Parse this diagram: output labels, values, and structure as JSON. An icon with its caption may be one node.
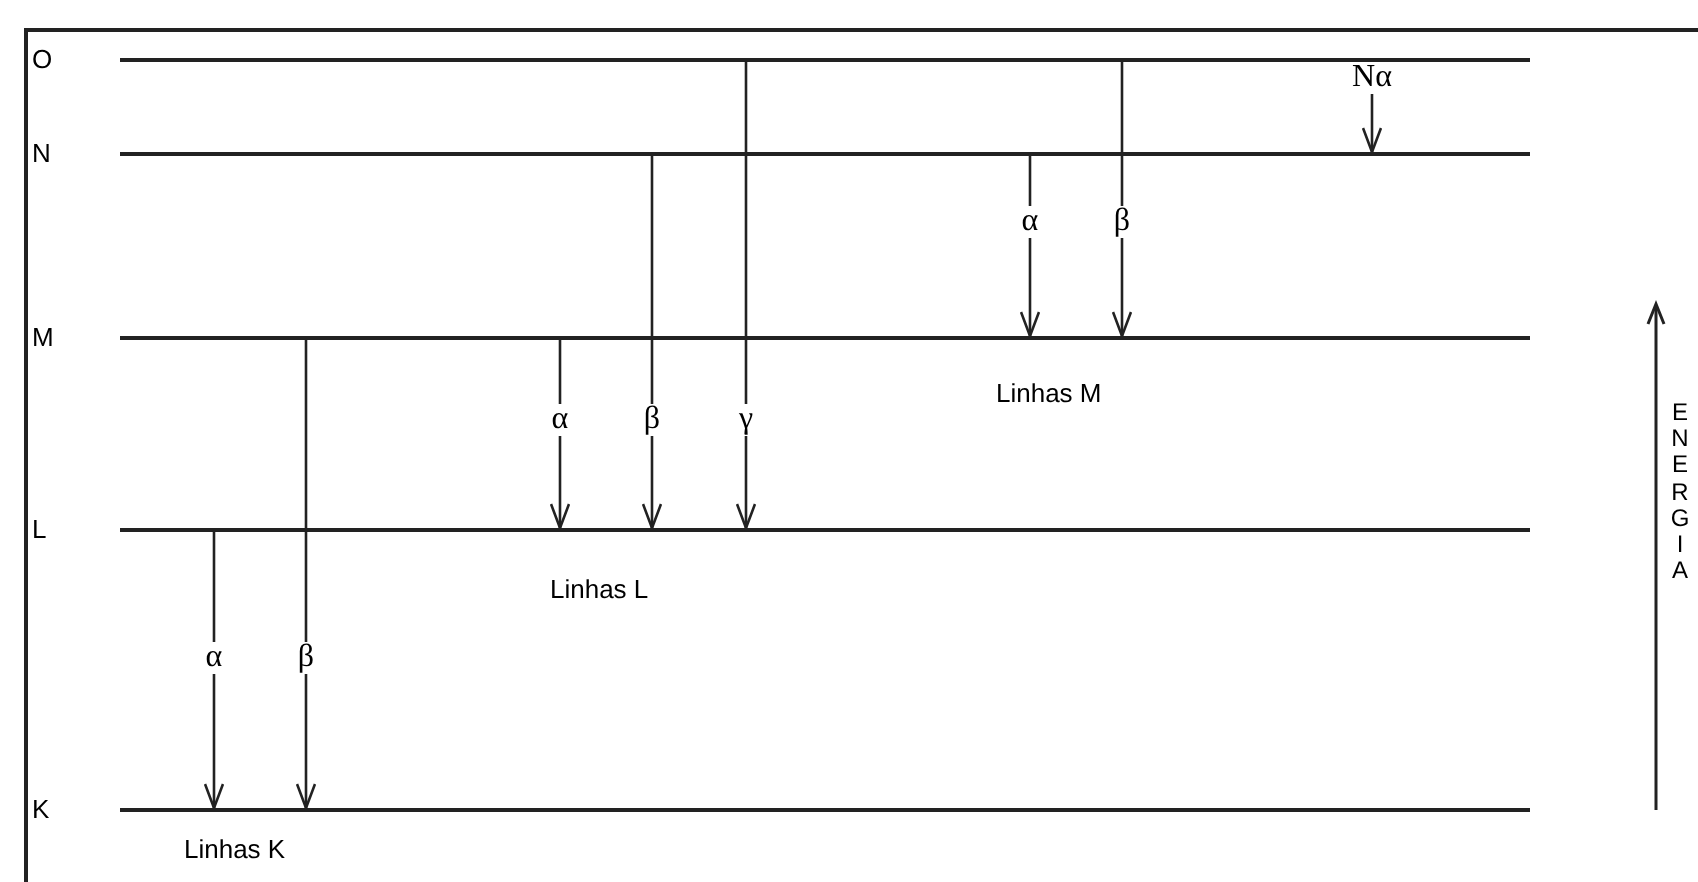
{
  "diagram": {
    "nodes": [
      {
        "text": [],
        "shape": "bar",
        "beside": [
          "O"
        ]
      },
      {
        "text": [],
        "shape": "bar",
        "beside": [
          "N"
        ]
      },
      {
        "text": [],
        "shape": "bar",
        "beside": [
          "M"
        ]
      },
      {
        "text": [],
        "shape": "bar",
        "beside": [
          "L"
        ]
      },
      {
        "text": [],
        "shape": "bar",
        "beside": [
          "K"
        ]
      }
    ],
    "edges": [
      {
        "from": 3,
        "to": 4,
        "arrow": "to",
        "label": "α"
      },
      {
        "from": 2,
        "to": 4,
        "arrow": "to",
        "label": "β"
      },
      {
        "from": 2,
        "to": 3,
        "arrow": "to",
        "label": "α"
      },
      {
        "from": 1,
        "to": 3,
        "arrow": "to",
        "label": "β"
      },
      {
        "from": 0,
        "to": 3,
        "arrow": "to",
        "label": "γ"
      },
      {
        "from": 1,
        "to": 2,
        "arrow": "to",
        "label": "α"
      },
      {
        "from": 0,
        "to": 2,
        "arrow": "to",
        "label": "β"
      },
      {
        "from": 0,
        "to": 1,
        "arrow": "to",
        "label": "Nα"
      }
    ],
    "labels": [
      "Linhas K",
      "Linhas L",
      "Linhas M",
      "ENERGIA"
    ]
  }
}
